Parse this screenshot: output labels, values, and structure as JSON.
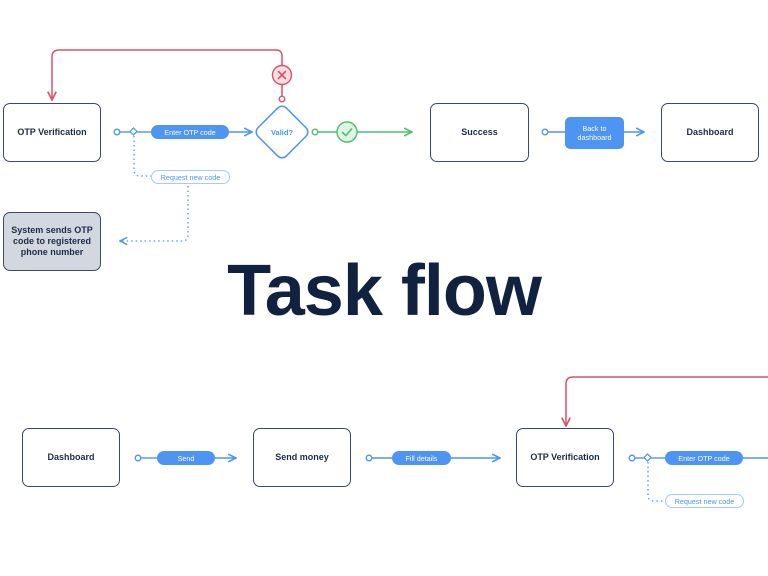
{
  "title": "Task flow",
  "flow_top": {
    "otp_verification": "OTP Verification",
    "enter_otp_code": "Enter OTP code",
    "valid": "Valid?",
    "success": "Success",
    "back_to_dashboard": "Back to dashboard",
    "dashboard": "Dashboard",
    "request_new_code": "Request new code",
    "system_sends_otp": "System sends OTP code to registered phone number"
  },
  "flow_bottom": {
    "dashboard": "Dashboard",
    "send": "Send",
    "send_money": "Send money",
    "fill_details": "Fill details",
    "otp_verification": "OTP Verification",
    "enter_otp_code": "Enter OTP code",
    "request_new_code": "Request new code"
  },
  "colors": {
    "node_border": "#3a4a63",
    "text_dark": "#1c2c45",
    "title": "#112240",
    "accent_blue": "#4d94f3",
    "success_green": "#4cbf6c",
    "error_red": "#d9536a",
    "system_gray": "#d3d8e0"
  },
  "icons": {
    "error": "close-icon",
    "success": "check-icon"
  }
}
